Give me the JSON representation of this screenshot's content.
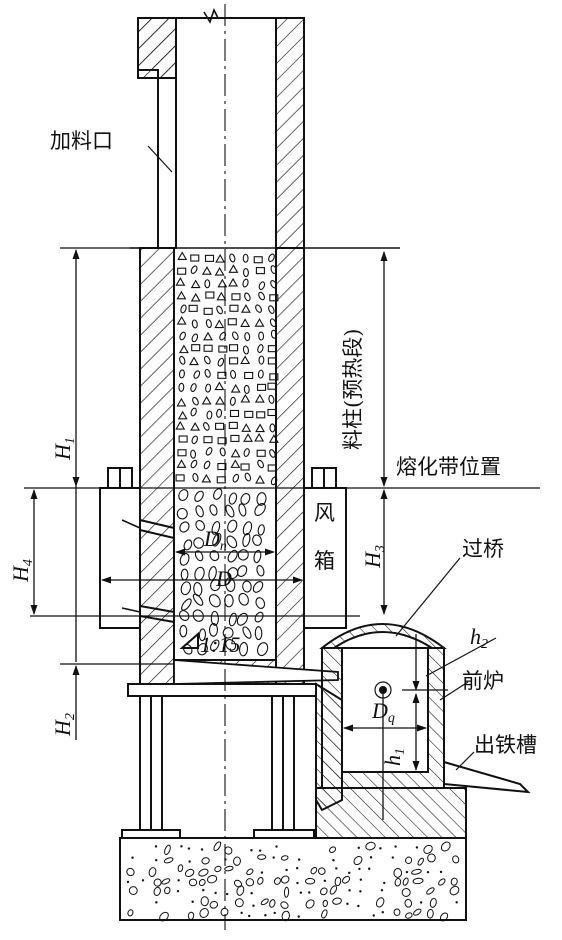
{
  "figure": {
    "labels": {
      "charging_port": "加料口",
      "burden_column": "料柱(预热段)",
      "melting_zone": "熔化带位置",
      "wind_box_1": "风",
      "wind_box_2": "箱",
      "bridge": "过桥",
      "forehearth": "前炉",
      "tap_trough": "出铁槽",
      "slope": "1:15"
    },
    "dimensions": {
      "H1": {
        "main": "H",
        "sub": "1"
      },
      "H2": {
        "main": "H",
        "sub": "2"
      },
      "H3": {
        "main": "H",
        "sub": "3"
      },
      "H4": {
        "main": "H",
        "sub": "4"
      },
      "h1": {
        "main": "h",
        "sub": "1"
      },
      "h2": {
        "main": "h",
        "sub": "2"
      },
      "D": {
        "main": "D",
        "sub": ""
      },
      "Dn": {
        "main": "D",
        "sub": "n"
      },
      "Dq": {
        "main": "D",
        "sub": "q"
      }
    }
  }
}
